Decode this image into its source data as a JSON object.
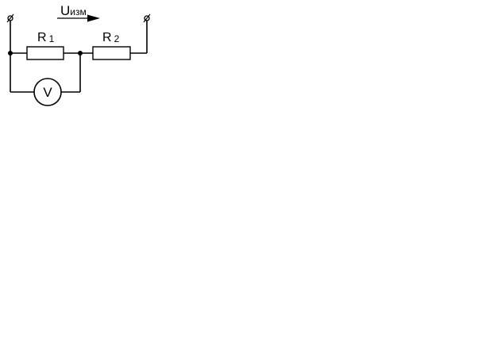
{
  "labels": {
    "r1_main": "R",
    "r1_sub": "1",
    "r2_main": "R",
    "r2_sub": "2",
    "u_main": "U",
    "u_sub": "изм",
    "voltmeter": "V"
  }
}
